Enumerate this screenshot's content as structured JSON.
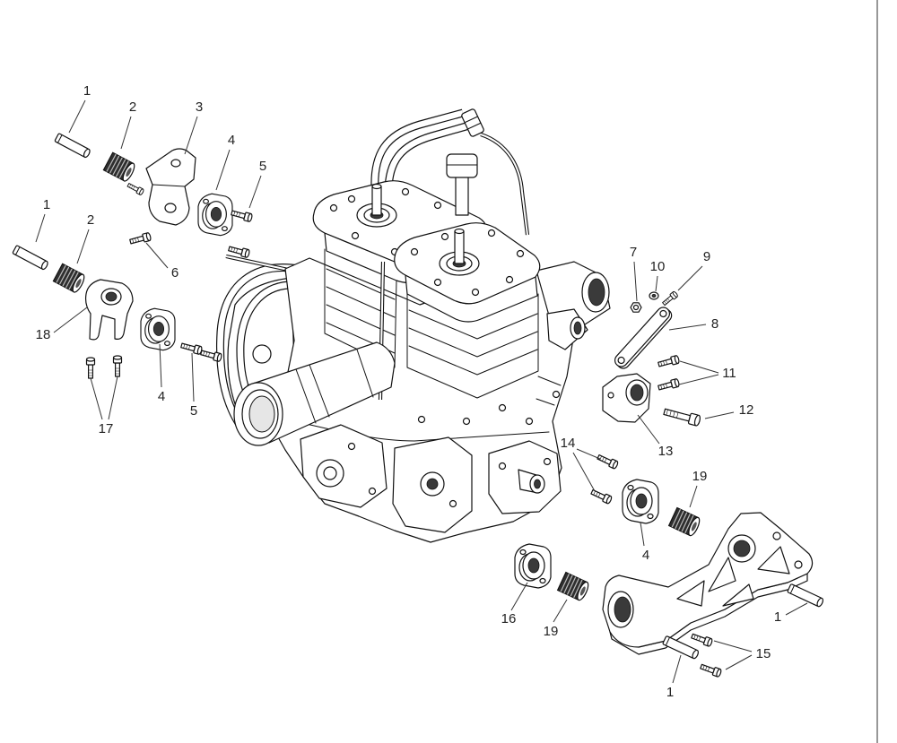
{
  "diagram": {
    "callouts": [
      "1",
      "2",
      "3",
      "4",
      "5",
      "6",
      "1",
      "2",
      "18",
      "4",
      "5",
      "17",
      "7",
      "10",
      "9",
      "8",
      "11",
      "12",
      "13",
      "14",
      "19",
      "4",
      "16",
      "19",
      "1",
      "15",
      "1"
    ]
  }
}
